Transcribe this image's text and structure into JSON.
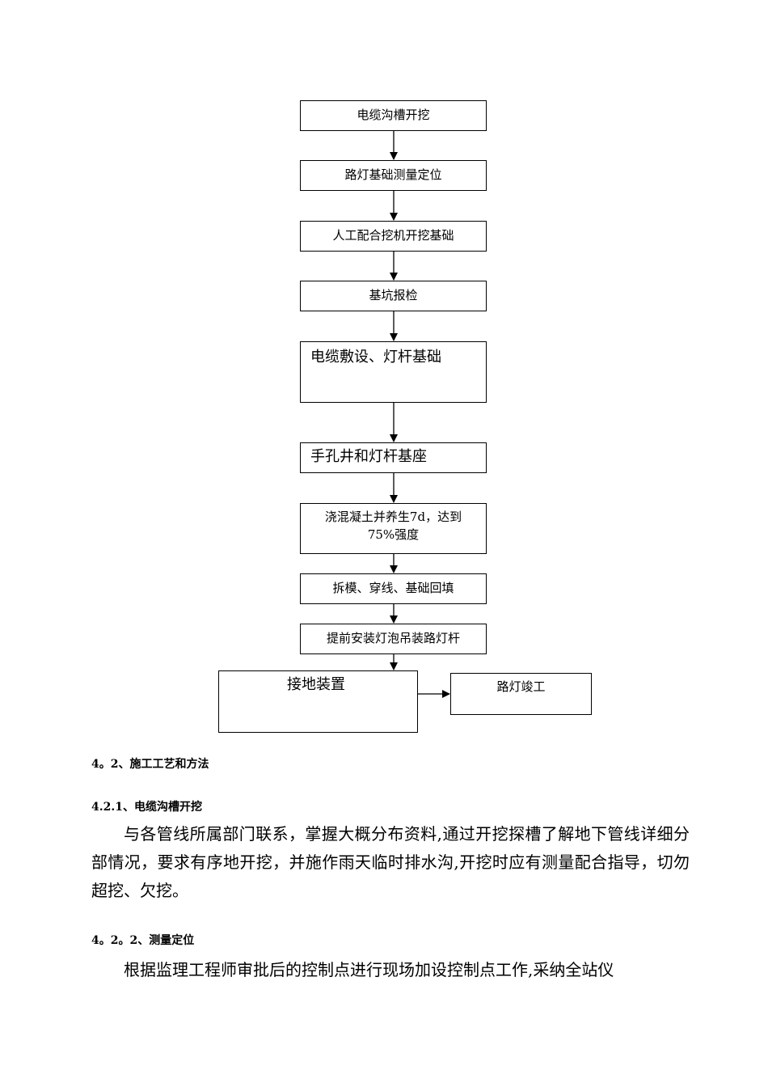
{
  "flowchart": {
    "steps": [
      "电缆沟槽开挖",
      "路灯基础测量定位",
      "人工配合挖机开挖基础",
      "基坑报检",
      "电缆敷设、灯杆基础",
      "手孔井和灯杆基座",
      "浇混凝土并养生7d，达到",
      "75%强度",
      "拆模、穿线、基础回填",
      "提前安装灯泡吊装路灯杆",
      "接地装置"
    ],
    "side_step": "路灯竣工"
  },
  "sections": {
    "s42_title": "4。2、施工工艺和方法",
    "s421_title": "4.2.1、电缆沟槽开挖",
    "s421_body": "与各管线所属部门联系，掌握大概分布资料,通过开挖探槽了解地下管线详细分部情况，要求有序地开挖，并施作雨天临时排水沟,开挖时应有测量配合指导，切勿超挖、欠挖。",
    "s422_title": "4。2。2、测量定位",
    "s422_body": "根据监理工程师审批后的控制点进行现场加设控制点工作,采纳全站仪"
  }
}
